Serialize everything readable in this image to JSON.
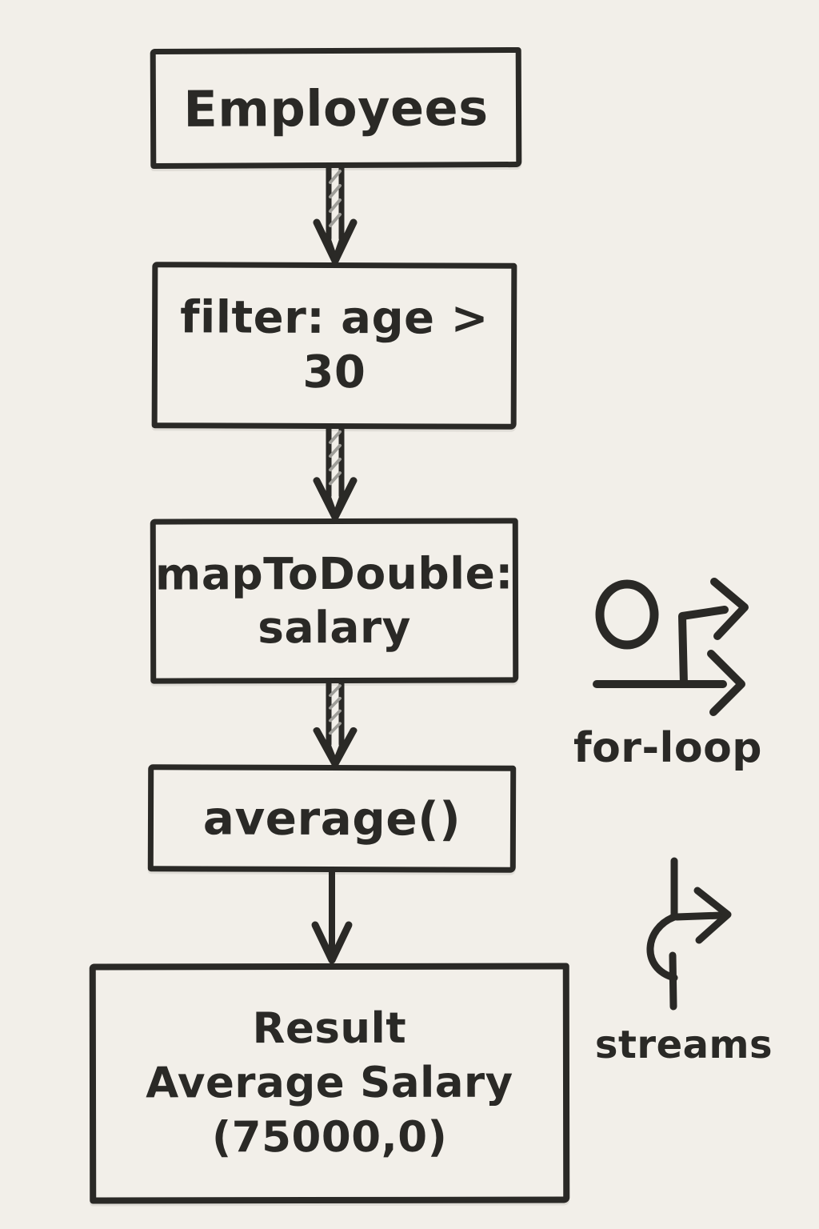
{
  "palette": {
    "background": "#f2efe9",
    "ink": "#2a2926",
    "hatch": "#9e9d98"
  },
  "diagram": {
    "title_implicit": "Stream pipeline computing average salary",
    "nodes": [
      {
        "id": "employees",
        "lines": [
          "Employees"
        ]
      },
      {
        "id": "filter",
        "lines": [
          "filter: age >",
          "30"
        ]
      },
      {
        "id": "map-to-double",
        "lines": [
          "mapToDouble:",
          "salary"
        ]
      },
      {
        "id": "average",
        "lines": [
          "average()"
        ]
      },
      {
        "id": "result",
        "lines": [
          "Result",
          "Average Salary",
          "(75000,0)"
        ]
      }
    ],
    "connectors": [
      {
        "from": "employees",
        "to": "filter",
        "style": "hatched-double-shaft"
      },
      {
        "from": "filter",
        "to": "map-to-double",
        "style": "hatched-double-shaft"
      },
      {
        "from": "map-to-double",
        "to": "average",
        "style": "hatched-double-shaft"
      },
      {
        "from": "average",
        "to": "result",
        "style": "plain"
      }
    ],
    "legend": [
      {
        "id": "for-loop",
        "label": "for-loop",
        "icon": "for-loop-icon"
      },
      {
        "id": "streams",
        "label": "streams",
        "icon": "streams-icon"
      }
    ]
  }
}
